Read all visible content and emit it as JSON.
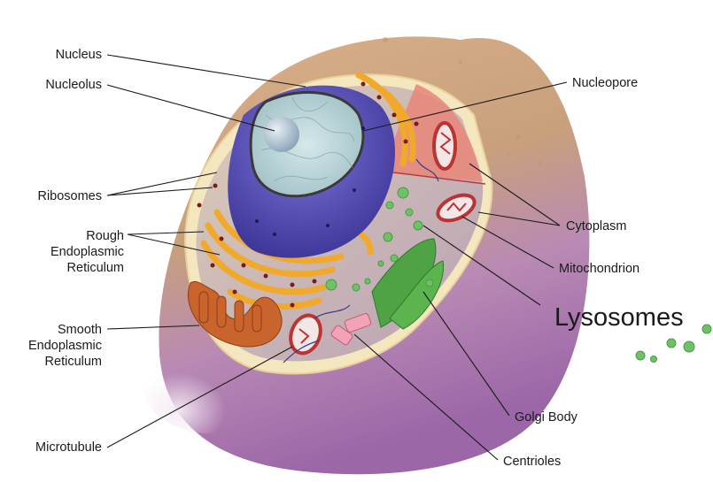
{
  "diagram": {
    "labels": {
      "nucleus": "Nucleus",
      "nucleolus": "Nucleolus",
      "ribosomes": "Ribosomes",
      "rough_er": [
        "Rough",
        "Endoplasmic",
        "Reticulum"
      ],
      "smooth_er": [
        "Smooth",
        "Endoplasmic",
        "Reticulum"
      ],
      "microtubule": "Microtubule",
      "nucleopore": "Nucleopore",
      "cytoplasm": "Cytoplasm",
      "mitochondrion": "Mitochondrion",
      "lysosomes": "Lysosomes",
      "golgi_body": "Golgi Body",
      "centrioles": "Centrioles"
    },
    "colors": {
      "membrane_outer": "#c4a27a",
      "cytosol_top": "#d9a977",
      "cytosol_bottom": "#b07fb9",
      "membrane_rim": "#f4e7c0",
      "nucleus_envelope": "#5147a8",
      "nucleoplasm": "#b8d4d8",
      "rough_er": "#f3b12f",
      "smooth_er": "#c9642d",
      "mitochondrion": "#b93433",
      "golgi": "#4fa344",
      "lysosome": "#6dc266",
      "cytoplasm_section": "#e78a7d"
    }
  }
}
